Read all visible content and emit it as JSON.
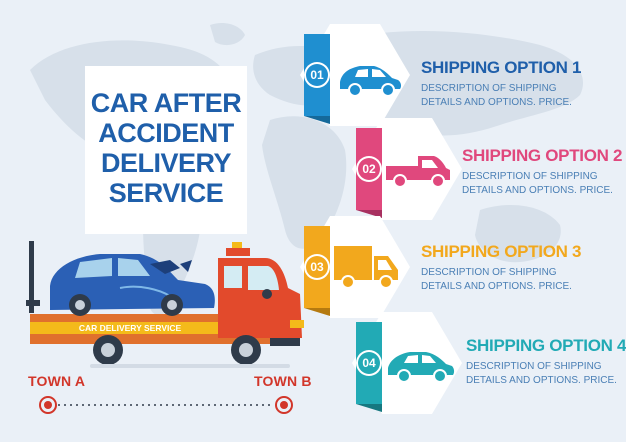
{
  "title_lines": [
    "CAR AFTER",
    "ACCIDENT",
    "DELIVERY",
    "SERVICE"
  ],
  "truck_sign": "CAR DELIVERY SERVICE",
  "route": {
    "from": "TOWN A",
    "to": "TOWN B"
  },
  "options": [
    {
      "num": "01",
      "title": "SHIPPING OPTION 1",
      "desc1": "DESCRIPTION OF SHIPPING",
      "desc2": "DETAILS AND OPTIONS. PRICE.",
      "color": "#1f8fd0",
      "icon": "car-icon"
    },
    {
      "num": "02",
      "title": "SHIPPING OPTION 2",
      "desc1": "DESCRIPTION OF SHIPPING",
      "desc2": "DETAILS AND OPTIONS. PRICE.",
      "color": "#e0487d",
      "icon": "pickup-truck-icon"
    },
    {
      "num": "03",
      "title": "SHIPPING OPTION 3",
      "desc1": "DESCRIPTION OF SHIPPING",
      "desc2": "DETAILS AND OPTIONS. PRICE.",
      "color": "#f2a81d",
      "icon": "delivery-truck-icon"
    },
    {
      "num": "04",
      "title": "SHIPPING OPTION 4",
      "desc1": "DESCRIPTION OF SHIPPING",
      "desc2": "DETAILS AND OPTIONS. PRICE.",
      "color": "#22aab5",
      "icon": "sedan-icon"
    }
  ],
  "colors": {
    "title": "#1f5faa",
    "desc": "#4a7fb5",
    "town": "#d2362a",
    "option1_title": "#1f5faa"
  }
}
